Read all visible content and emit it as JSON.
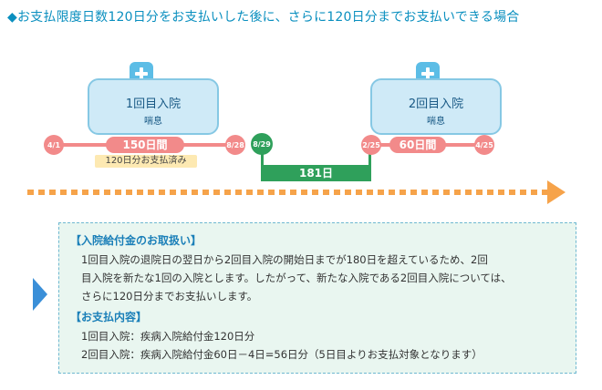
{
  "heading": "◆お支払限度日数120日分をお支払いした後に、さらに120日分までお支払いできる場合",
  "hosp1": {
    "title": "1回目入院",
    "sub": "喘息"
  },
  "hosp2": {
    "title": "2回目入院",
    "sub": "喘息"
  },
  "timeline": {
    "d1_start": "4/1",
    "d1_end": "8/28",
    "d1_days": "150日間",
    "paid_label": "120日分お支払済み",
    "gap_start": "8/29",
    "gap_days": "181日",
    "d2_start": "2/25",
    "d2_days": "60日間",
    "d2_end": "4/25"
  },
  "note": {
    "section1_head": "【入院給付金のお取扱い】",
    "section1_line1": "1回目入院の退院日の翌日から2回目入院の開始日までが180日を超えているため、2回",
    "section1_line2": "目入院を新たな1回の入院とします。したがって、新たな入院である2回目入院については、",
    "section1_line3": "さらに120日分までお支払いします。",
    "section2_head": "【お支払内容】",
    "section2_line1": "1回目入院：疾病入院給付金120日分",
    "section2_line2": "2回目入院：疾病入院給付金60日－4日=56日分（5日目よりお支払対象となります）"
  },
  "colors": {
    "pink": "#f28a8a",
    "green": "#2fa05b",
    "orange": "#f6a34a",
    "blue": "#0a8fbf"
  },
  "icons": [
    "medical-cross-icon",
    "arrow-right-icon",
    "triangle-pointer-icon"
  ]
}
